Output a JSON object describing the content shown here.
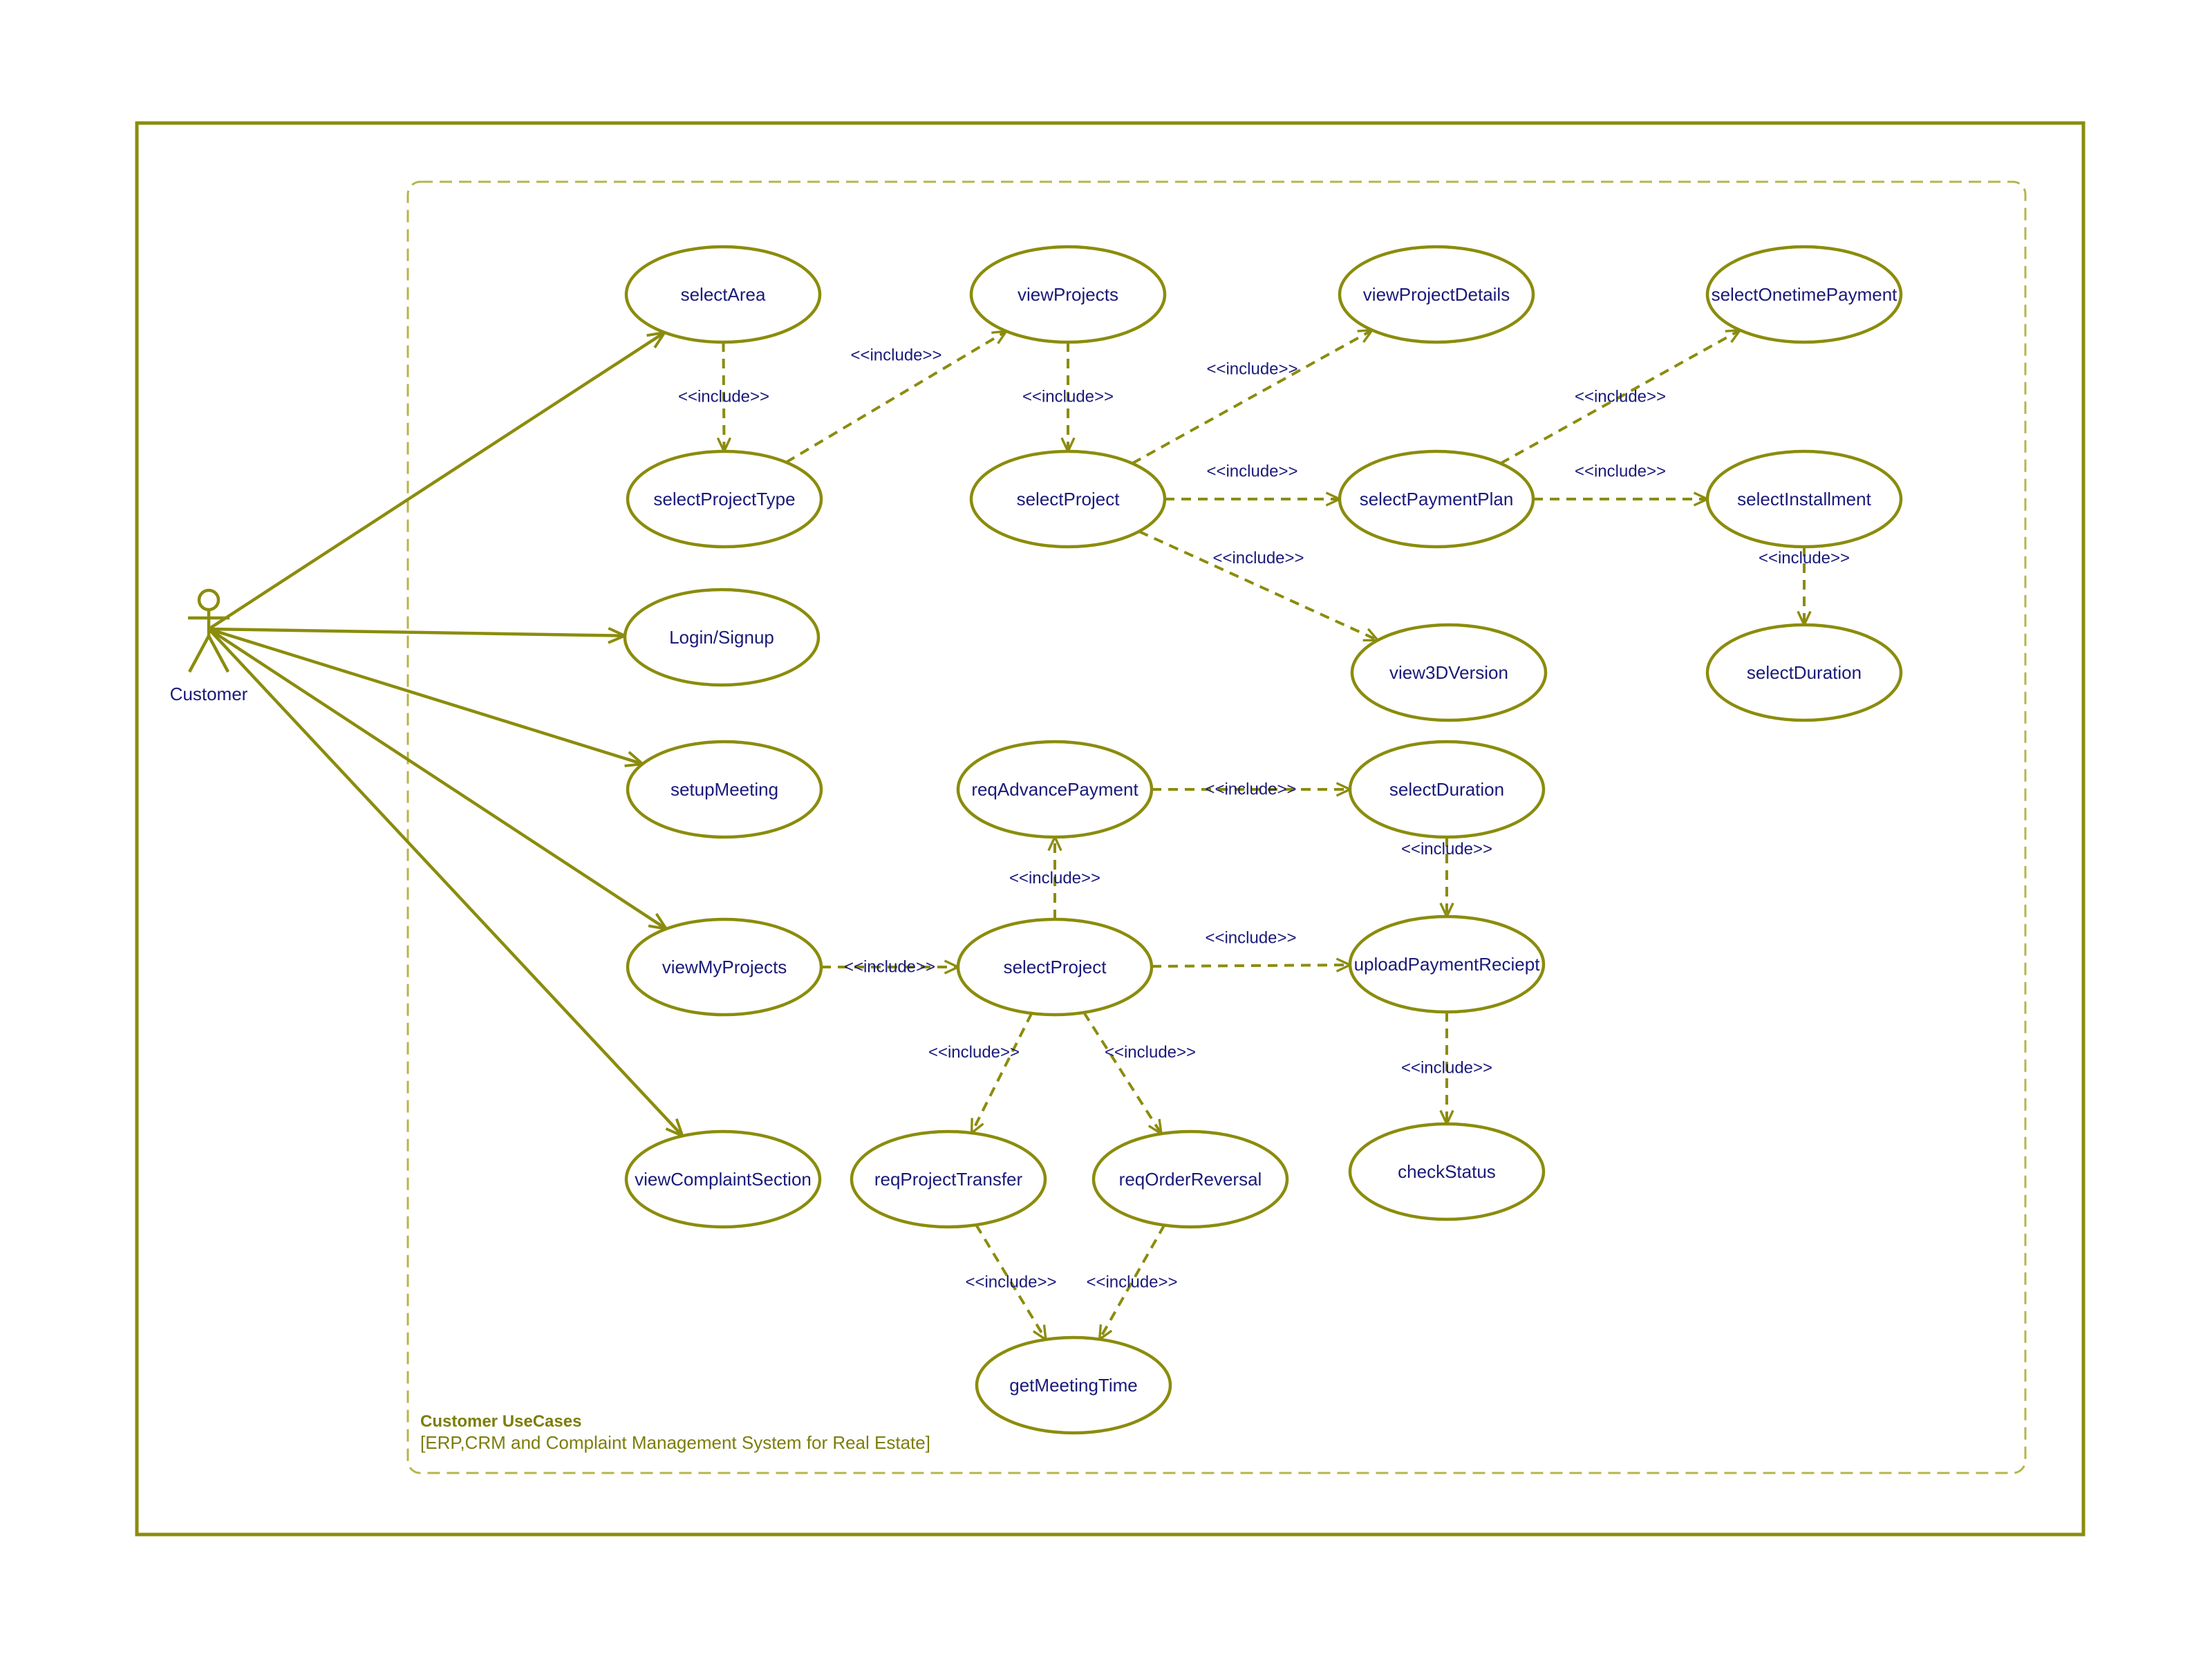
{
  "colors": {
    "stroke": "#8b8c0d",
    "text": "#1a1a7a",
    "boundary": "#b5b64a"
  },
  "system": {
    "title": "Customer UseCases",
    "subtitle": "[ERP,CRM and Complaint Management System for Real Estate]"
  },
  "actor": {
    "name": "Customer"
  },
  "include_label": "<<include>>",
  "usecases": [
    {
      "id": "selectArea",
      "label": "selectArea"
    },
    {
      "id": "selectProjectType",
      "label": "selectProjectType"
    },
    {
      "id": "viewProjects",
      "label": "viewProjects"
    },
    {
      "id": "selectProject1",
      "label": "selectProject"
    },
    {
      "id": "viewProjectDetails",
      "label": "viewProjectDetails"
    },
    {
      "id": "selectPaymentPlan",
      "label": "selectPaymentPlan"
    },
    {
      "id": "view3DVersion",
      "label": "view3DVersion"
    },
    {
      "id": "selectOnetimePayment",
      "label": "selectOnetimePayment"
    },
    {
      "id": "selectInstallment",
      "label": "selectInstallment"
    },
    {
      "id": "selectDuration1",
      "label": "selectDuration"
    },
    {
      "id": "loginSignup",
      "label": "Login/Signup"
    },
    {
      "id": "setupMeeting",
      "label": "setupMeeting"
    },
    {
      "id": "reqAdvancePayment",
      "label": "reqAdvancePayment"
    },
    {
      "id": "selectDuration2",
      "label": "selectDuration"
    },
    {
      "id": "viewMyProjects",
      "label": "viewMyProjects"
    },
    {
      "id": "selectProject2",
      "label": "selectProject"
    },
    {
      "id": "uploadPaymentReciept",
      "label": "uploadPaymentReciept"
    },
    {
      "id": "viewComplaintSection",
      "label": "viewComplaintSection"
    },
    {
      "id": "reqProjectTransfer",
      "label": "reqProjectTransfer"
    },
    {
      "id": "reqOrderReversal",
      "label": "reqOrderReversal"
    },
    {
      "id": "checkStatus",
      "label": "checkStatus"
    },
    {
      "id": "getMeetingTime",
      "label": "getMeetingTime"
    }
  ],
  "associations": [
    {
      "from": "Customer",
      "to": "selectArea"
    },
    {
      "from": "Customer",
      "to": "loginSignup"
    },
    {
      "from": "Customer",
      "to": "setupMeeting"
    },
    {
      "from": "Customer",
      "to": "viewMyProjects"
    },
    {
      "from": "Customer",
      "to": "viewComplaintSection"
    }
  ],
  "includes": [
    {
      "from": "selectArea",
      "to": "selectProjectType"
    },
    {
      "from": "selectProjectType",
      "to": "viewProjects"
    },
    {
      "from": "viewProjects",
      "to": "selectProject1"
    },
    {
      "from": "selectProject1",
      "to": "viewProjectDetails"
    },
    {
      "from": "selectProject1",
      "to": "selectPaymentPlan"
    },
    {
      "from": "selectProject1",
      "to": "view3DVersion"
    },
    {
      "from": "selectPaymentPlan",
      "to": "selectOnetimePayment"
    },
    {
      "from": "selectPaymentPlan",
      "to": "selectInstallment"
    },
    {
      "from": "selectInstallment",
      "to": "selectDuration1"
    },
    {
      "from": "reqAdvancePayment",
      "to": "selectDuration2"
    },
    {
      "from": "selectDuration2",
      "to": "uploadPaymentReciept"
    },
    {
      "from": "selectProject2",
      "to": "reqAdvancePayment"
    },
    {
      "from": "viewMyProjects",
      "to": "selectProject2"
    },
    {
      "from": "selectProject2",
      "to": "uploadPaymentReciept"
    },
    {
      "from": "uploadPaymentReciept",
      "to": "checkStatus"
    },
    {
      "from": "selectProject2",
      "to": "reqProjectTransfer"
    },
    {
      "from": "selectProject2",
      "to": "reqOrderReversal"
    },
    {
      "from": "reqProjectTransfer",
      "to": "getMeetingTime"
    },
    {
      "from": "reqOrderReversal",
      "to": "getMeetingTime"
    }
  ]
}
